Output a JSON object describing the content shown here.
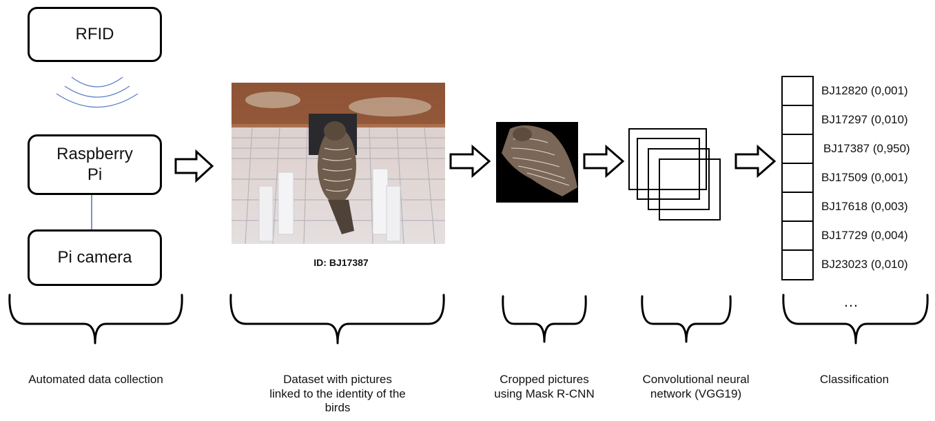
{
  "stage1": {
    "rfid_label": "RFID",
    "raspberry_label_line1": "Raspberry",
    "raspberry_label_line2": "Pi",
    "camera_label": "Pi camera"
  },
  "photo": {
    "id_label": "ID: BJ17387"
  },
  "classification": {
    "items": [
      {
        "id": "BJ12820",
        "score": "(0,001)"
      },
      {
        "id": "BJ17297",
        "score": "(0,010)"
      },
      {
        "id": "BJ17387",
        "score": "(0,950)"
      },
      {
        "id": "BJ17509",
        "score": "(0,001)"
      },
      {
        "id": "BJ17618",
        "score": "(0,003)"
      },
      {
        "id": "BJ17729",
        "score": "(0,004)"
      },
      {
        "id": "BJ23023",
        "score": "(0,010)"
      }
    ],
    "ellipsis": "…"
  },
  "captions": {
    "automated": "Automated data collection",
    "dataset_line1": "Dataset with pictures",
    "dataset_line2": "linked to the identity of the",
    "dataset_line3": "birds",
    "cropped_line1": "Cropped pictures",
    "cropped_line2": "using Mask R-CNN",
    "cnn_line1": "Convolutional neural",
    "cnn_line2": "network (VGG19)",
    "classification": "Classification"
  },
  "colors": {
    "signal": "#5b7fc7",
    "connector": "#4a6fb8",
    "stroke": "#000000"
  }
}
